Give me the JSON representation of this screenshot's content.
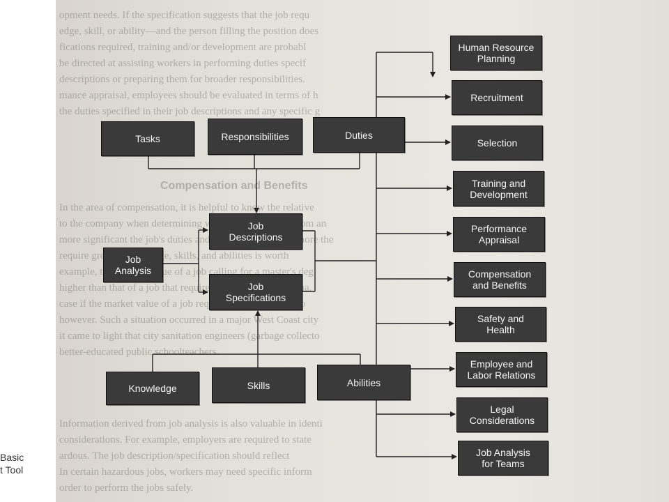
{
  "diagram": {
    "inputs": [
      "Tasks",
      "Responsibilities",
      "Duties"
    ],
    "center": [
      "Job Descriptions",
      "Job Specifications"
    ],
    "source": "Job Analysis",
    "qualifications": [
      "Knowledge",
      "Skills",
      "Abilities"
    ],
    "uses": [
      "Human Resource Planning",
      "Recruitment",
      "Selection",
      "Training and Development",
      "Performance Appraisal",
      "Compensation and Benefits",
      "Safety and Health",
      "Employee and Labor Relations",
      "Legal Considerations",
      "Job Analysis for Teams"
    ]
  },
  "caption": {
    "line1": "Basic",
    "line2": "t Tool"
  },
  "background_text": {
    "lines": [
      "opment needs. If the specification suggests that the job requ",
      "edge, skill, or ability—and the person filling the position does",
      "fications required, training and/or development are probabl",
      "be directed at assisting workers in performing duties specif",
      "descriptions or preparing them for broader responsibilities.",
      "mance appraisal, employees should be evaluated in terms of h",
      "the duties specified in their job descriptions and any specific g",
      "Compensation and Benefits",
      "In the area of compensation, it is helpful to know the relative",
      "to the company when determining what is placed on it. From an",
      "more significant the job's duties and responsibilities, the more the",
      "require greater knowledge, skills, and abilities is worth",
      "example, the relative value of a job calling for a master's deg",
      "higher than that of a job that requires a high school diploma.",
      "case if the market value of a job requiring only a high scho",
      "however. Such a situation occurred in a major West Coast city",
      "it came to light that city sanitation engineers (garbage collecto",
      "better-educated public schoolteachers.",
      "Information derived from job analysis is also valuable in identi",
      "considerations. For example, employers are required to state",
      "ardous. The job description/specification should reflect",
      "In certain hazardous jobs, workers may need specific inform",
      "order to perform the jobs safely."
    ]
  }
}
